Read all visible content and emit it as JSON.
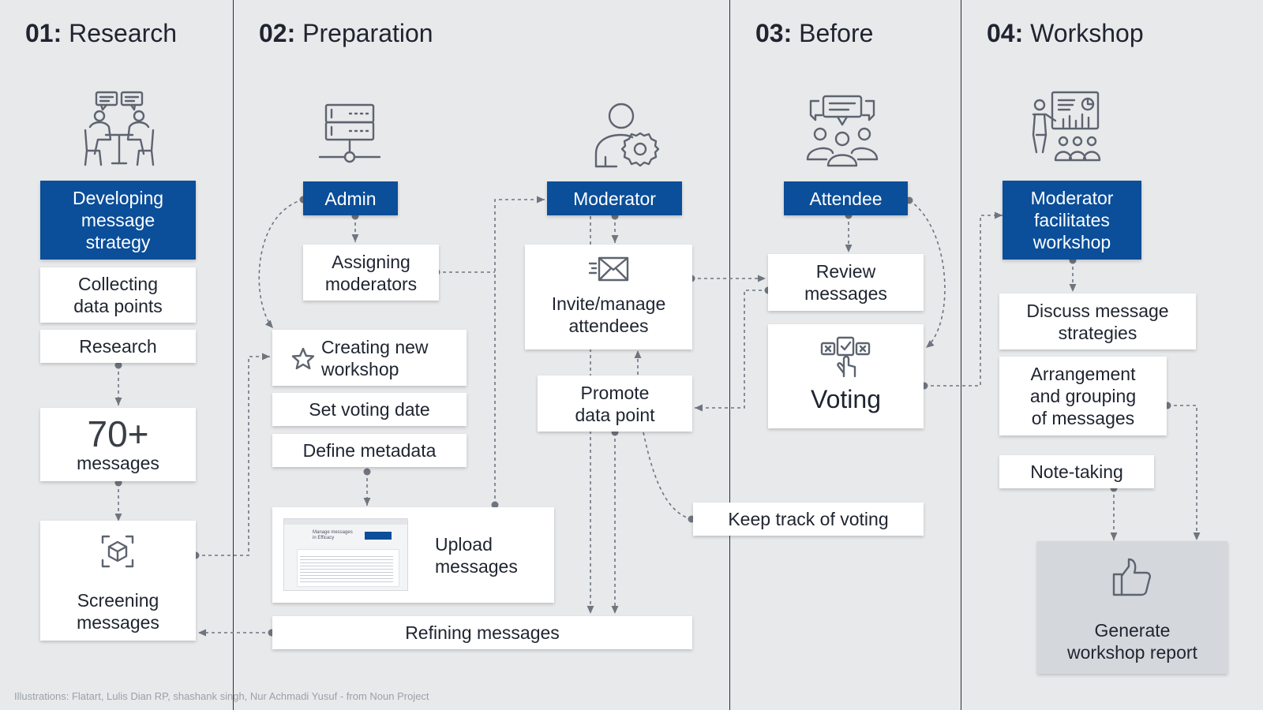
{
  "phases": [
    {
      "num": "01:",
      "name": "Research"
    },
    {
      "num": "02:",
      "name": "Preparation"
    },
    {
      "num": "03:",
      "name": "Before"
    },
    {
      "num": "04:",
      "name": "Workshop"
    }
  ],
  "research": {
    "role_l1": "Developing",
    "role_l2": "message",
    "role_l3": "strategy",
    "collecting_l1": "Collecting",
    "collecting_l2": "data points",
    "research": "Research",
    "count_number": "70+",
    "count_label": "messages",
    "screening_l1": "Screening",
    "screening_l2": "messages"
  },
  "preparation": {
    "admin": "Admin",
    "assigning_l1": "Assigning",
    "assigning_l2": "moderators",
    "creating_l1": "Creating new",
    "creating_l2": "workshop",
    "voting_date": "Set voting date",
    "metadata": "Define metadata",
    "upload_l1": "Upload",
    "upload_l2": "messages",
    "refining": "Refining messages",
    "moderator": "Moderator",
    "invite_l1": "Invite/manage",
    "invite_l2": "attendees",
    "promote_l1": "Promote",
    "promote_l2": "data point",
    "keep_track": "Keep track of voting",
    "thumb_title_l1": "Manage messages",
    "thumb_title_l2": "in Efficacy"
  },
  "before": {
    "attendee": "Attendee",
    "review_l1": "Review",
    "review_l2": "messages",
    "voting": "Voting"
  },
  "workshop": {
    "role_l1": "Moderator",
    "role_l2": "facilitates",
    "role_l3": "workshop",
    "discuss_l1": "Discuss message",
    "discuss_l2": "strategies",
    "arrange_l1": "Arrangement",
    "arrange_l2": "and grouping",
    "arrange_l3": "of messages",
    "notes": "Note-taking",
    "report_l1": "Generate",
    "report_l2": "workshop report"
  },
  "credit": "Illustrations: Flatart, Lulis Dian RP, shashank singh, Nur Achmadi Yusuf - from Noun Project",
  "colors": {
    "background": "#e8e9eb",
    "role_box": "#0b4e99",
    "card": "#ffffff",
    "report_card": "#d4d8dc",
    "connector": "#6e757e"
  }
}
